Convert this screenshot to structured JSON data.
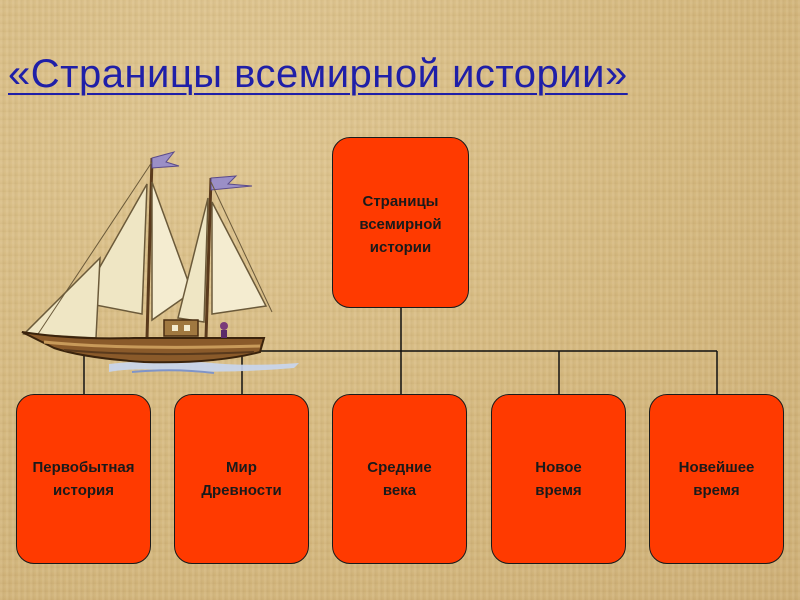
{
  "title": "«Страницы всемирной истории»",
  "root": {
    "label": "Страницы\nвсемирной\nистории"
  },
  "children": [
    {
      "label": "Первобытная\nистория"
    },
    {
      "label": "Мир\nДревности"
    },
    {
      "label": "Средние\nвека"
    },
    {
      "label": "Новое\nвремя"
    },
    {
      "label": "Новейшее\nвремя"
    }
  ],
  "colors": {
    "box_fill": "#ff3a00",
    "title": "#1f1fa8",
    "background": "#d9bd85"
  },
  "icons": [
    "sailing-ship-clipart"
  ]
}
